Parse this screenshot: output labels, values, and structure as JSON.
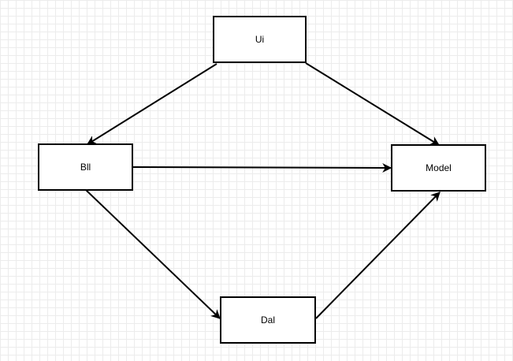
{
  "nodes": {
    "ui": "Ui",
    "bll": "Bll",
    "model": "Model",
    "dal": "Dal"
  },
  "edges": [
    {
      "from": "Ui",
      "to": "Bll"
    },
    {
      "from": "Ui",
      "to": "Model"
    },
    {
      "from": "Bll",
      "to": "Model"
    },
    {
      "from": "Bll",
      "to": "Dal"
    },
    {
      "from": "Dal",
      "to": "Model"
    }
  ],
  "colors": {
    "stroke": "#000000",
    "background": "#ffffff",
    "grid": "#ececec"
  }
}
